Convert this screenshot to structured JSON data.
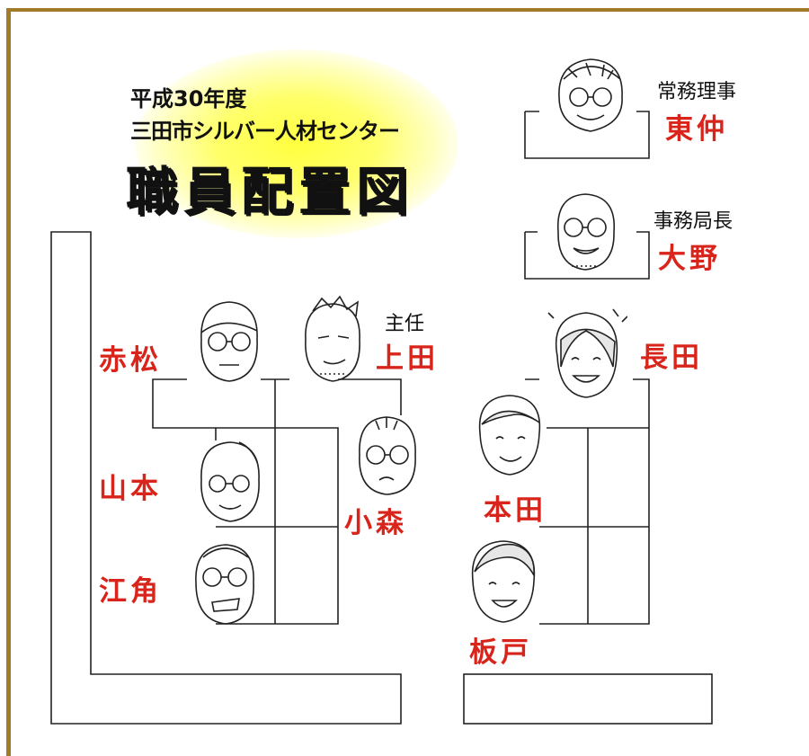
{
  "title": {
    "line1": "平成30年度",
    "line2": "三田市シルバー人材センター",
    "main": "職員配置図"
  },
  "staff": {
    "director": {
      "role": "常務理事",
      "name": "東仲"
    },
    "secretary_general": {
      "role": "事務局長",
      "name": "大野"
    },
    "chief": {
      "role": "主任",
      "name": "上田"
    },
    "akamatsu": {
      "name": "赤松"
    },
    "nagata": {
      "name": "長田"
    },
    "yamamoto": {
      "name": "山本"
    },
    "komori": {
      "name": "小森"
    },
    "honda": {
      "name": "本田"
    },
    "esumi": {
      "name": "江角"
    },
    "itado": {
      "name": "板戸"
    }
  },
  "colors": {
    "frame": "#a07c28",
    "name_red": "#d8241a",
    "glow": "#ffff40"
  }
}
